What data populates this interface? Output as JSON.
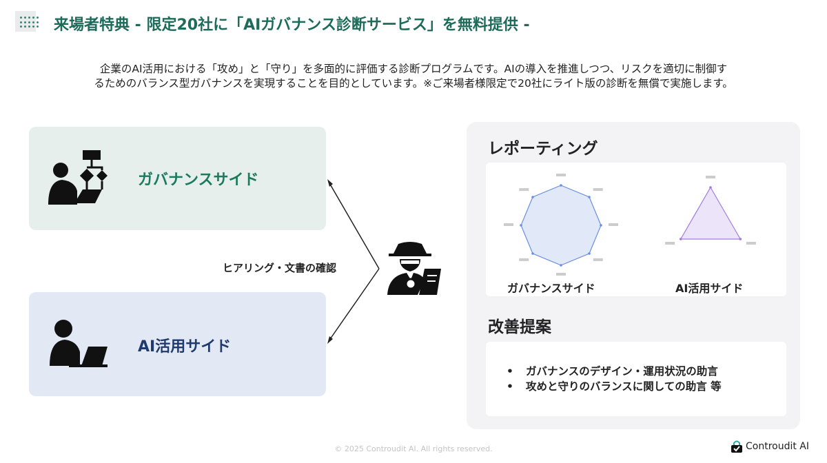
{
  "header": {
    "title": "来場者特典 - 限定20社に「AIガバナンス診断サービス」を無料提供 -"
  },
  "intro": {
    "line1": "企業のAI活用における「攻め」と「守り」を多面的に評価する診断プログラムです。AIの導入を推進しつつ、リスクを適切に制御す",
    "line2": "るためのバランス型ガバナンスを実現することを目的としています。※ご来場者様限定で20社にライト版の診断を無償で実施します。"
  },
  "left": {
    "governance_label": "ガバナンスサイド",
    "ai_label": "AI活用サイド",
    "hearing_label": "ヒアリング・文書の確認"
  },
  "right": {
    "reporting_title": "レポーティング",
    "chart1_label": "ガバナンスサイド",
    "chart2_label": "AI活用サイド",
    "improvement_title": "改善提案",
    "bullets": [
      "ガバナンスのデザイン・運用状況の助言",
      "攻めと守りのバランスに関しての助言 等"
    ],
    "bullet_mark": "•"
  },
  "chart_data": [
    {
      "type": "radar",
      "title": "ガバナンスサイド",
      "axes_count": 8,
      "values": [
        1,
        1,
        1,
        1,
        1,
        1,
        1,
        1
      ],
      "range": [
        0,
        1
      ],
      "color": "#6b8fe0"
    },
    {
      "type": "radar",
      "title": "AI活用サイド",
      "axes_count": 3,
      "values": [
        1,
        1,
        1
      ],
      "range": [
        0,
        1
      ],
      "color": "#a27be0"
    }
  ],
  "footer": {
    "copyright": "© 2025 Controudit AI. All rights reserved.",
    "logo": "Controudit AI"
  },
  "colors": {
    "green": "#1d6b5a",
    "navy": "#1f3a6e"
  }
}
